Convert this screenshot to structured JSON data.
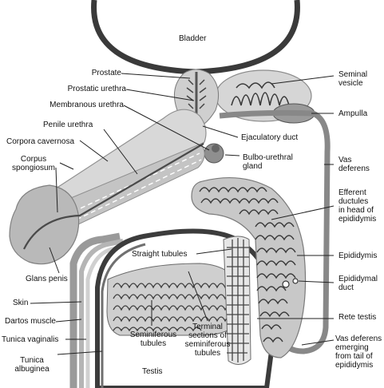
{
  "labels": {
    "bladder": "Bladder",
    "prostate": "Prostate",
    "prostatic_urethra": "Prostatic urethra",
    "membranous_urethra": "Membranous urethra",
    "penile_urethra": "Penile urethra",
    "corpora_cavernosa": "Corpora cavernosa",
    "corpus_spongiosum": "Corpus\nspongiosum",
    "glans_penis": "Glans penis",
    "skin": "Skin",
    "dartos_muscle": "Dartos muscle",
    "tunica_vaginalis": "Tunica vaginalis",
    "tunica_albuginea": "Tunica\nalbuginea",
    "seminal_vesicle": "Seminal\nvesicle",
    "ampulla": "Ampulla",
    "ejaculatory_duct": "Ejaculatory duct",
    "bulbo_urethral_gland": "Bulbo-urethral\ngland",
    "vas_deferens": "Vas\ndeferens",
    "efferent_ductules": "Efferent\nductules\nin head of\nepididymis",
    "epididymis": "Epididymis",
    "epididymal_duct": "Epididymal\nduct",
    "rete_testis": "Rete testis",
    "vas_deferens_tail": "Vas deferens\nemerging\nfrom tail of\nepididymis",
    "straight_tubules": "Straight tubules",
    "seminiferous_tubules": "Seminiferous\ntubules",
    "terminal_sections": "Terminal\nsections of\nseminiferous\ntubules",
    "testis": "Testis"
  },
  "colors": {
    "tissue_light": "#d2d2d2",
    "tissue_mid": "#b4b4b4",
    "tissue_dark": "#8c8c8c",
    "outline": "#3a3a3a",
    "leader": "#222222"
  }
}
